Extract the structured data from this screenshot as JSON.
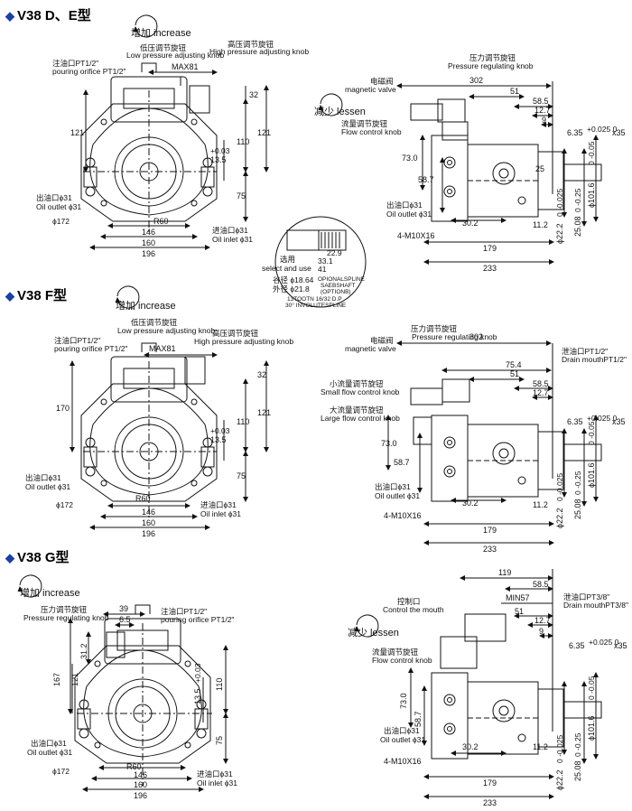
{
  "sections": [
    {
      "title": "V38 D、E型",
      "mode": "增加 increase",
      "left": {
        "top_note_zh": "注油口PT1/2\"",
        "top_note_en": "pouring orifice PT1/2\"",
        "low_zh": "低压调节旋钮",
        "low_en": "Low pressure adjusting knob",
        "high_zh": "高压调节旋钮",
        "high_en": "High pressure adjusting knob",
        "max": "MAX81",
        "d32": "32",
        "d121a": "121",
        "d121b": "121",
        "d110": "110",
        "d135": "13.5",
        "d135sup": "+0.03",
        "d75": "75",
        "out_zh": "出油口ϕ31",
        "out_en": "Oil outlet ϕ31",
        "phi172": "ϕ172",
        "r60": "R60",
        "d146": "146",
        "d160": "160",
        "d196": "196",
        "in_zh": "进油口ϕ31",
        "in_en": "Oil inlet ϕ31"
      },
      "right": {
        "mag_zh": "电磁阀",
        "mag_en": "magnetic valve",
        "mode2": "减少 lessen",
        "flow_zh": "流量调节旋钮",
        "flow_en": "Flow control knob",
        "press_zh": "压力调节旋钮",
        "press_en": "Pressure regulating knob",
        "d302": "302",
        "d51": "51",
        "d585": "58.5",
        "d127": "12.7",
        "d9": "9",
        "d635": "6.35",
        "d635tol": "+0.025 0",
        "x35": "x35",
        "d730": "73.0",
        "d587": "58.7",
        "d25": "25",
        "out_zh": "出油口ϕ31",
        "out_en": "Oil outlet ϕ31",
        "d302b": "30.2",
        "m10": "4-M10X16",
        "d112": "11.2",
        "d1016": "ϕ101.6",
        "d1016tol": "0 -0.05",
        "d222": "ϕ22.2",
        "d222tol": "0 -0.025",
        "d2508": "25.08",
        "d2508tol": "0 -0.25",
        "d179": "179",
        "d233": "233"
      },
      "spline": {
        "d229": "22.9",
        "d331": "33.1",
        "d41": "41",
        "choose_zh": "选用",
        "choose_en": "select and use",
        "root": "谷径 ϕ18.64",
        "outer": "外径 ϕ21.8",
        "opt1": "OPIONALSPLINE",
        "opt2": "SAEBSHAFT",
        "opt3": "(OPTIONB)",
        "teeth": "13TOOTN 16/32 D.P",
        "invol": "30° INVOLUTESPLINE"
      }
    },
    {
      "title": "V38 F型",
      "mode": "增加 increase",
      "left": {
        "top_note_zh": "注油口PT1/2\"",
        "top_note_en": "pouring orifice PT1/2\"",
        "low_zh": "低压调节旋钮",
        "low_en": "Low pressure adjusting knob",
        "high_zh": "高压调节旋钮",
        "high_en": "High pressure adjusting knob",
        "max": "MAX81",
        "d32": "32",
        "d170": "170",
        "d121": "121",
        "d110": "110",
        "d135": "13.5",
        "d135sup": "+0.03",
        "d75": "75",
        "out_zh": "出油口ϕ31",
        "out_en": "Oil outlet ϕ31",
        "phi172": "ϕ172",
        "r60": "R60",
        "d146": "146",
        "d160": "160",
        "d196": "196",
        "in_zh": "进油口ϕ31",
        "in_en": "Oil inlet ϕ31"
      },
      "right": {
        "mag_zh": "电磁阀",
        "mag_en": "magnetic valve",
        "press_zh": "压力调节旋钮",
        "press_en": "Pressure regulating knob",
        "small_zh": "小流量调节旋钮",
        "small_en": "Small flow control knob",
        "large_zh": "大流量调节旋钮",
        "large_en": "Large flow control knob",
        "drain_zh": "泄油口PT1/2\"",
        "drain_en": "Drain mouthPT1/2\"",
        "d302": "302",
        "d754": "75.4",
        "d51": "51",
        "d585": "58.5",
        "d127": "12.7",
        "d635": "6.35",
        "d635tol": "+0.025 0",
        "x35": "x35",
        "d730": "73.0",
        "d587": "58.7",
        "out_zh": "出油口ϕ31",
        "out_en": "Oil outlet ϕ31",
        "d302b": "30.2",
        "m10": "4-M10X16",
        "d112": "11.2",
        "d1016": "ϕ101.6",
        "d1016tol": "0 -0.05",
        "d222": "ϕ22.2",
        "d222tol": "0 -0.025",
        "d2508": "25.08",
        "d2508tol": "0 -0.25",
        "d179": "179",
        "d233": "233"
      }
    },
    {
      "title": "V38 G型",
      "mode": "增加 increase",
      "left": {
        "press_zh": "压力调节旋钮",
        "press_en": "Pressure regulating knob",
        "top_note_zh": "注油口PT1/2\"",
        "top_note_en": "pouring orifice PT1/2\"",
        "d39": "39",
        "d65": "6.5",
        "d312": "31.2",
        "d167": "167",
        "d121": "121",
        "d110": "110",
        "d135": "13.5",
        "d135sup": "+0.03",
        "d75": "75",
        "out_zh": "出油口ϕ31",
        "out_en": "Oil outlet ϕ31",
        "phi172": "ϕ172",
        "r60": "R60",
        "d146": "146",
        "d160": "160",
        "d196": "196",
        "in_zh": "进油口ϕ31",
        "in_en": "Oil inlet ϕ31"
      },
      "right": {
        "mode2": "减少 lessen",
        "ctrl_zh": "控制口",
        "ctrl_en": "Control the mouth",
        "flow_zh": "流量调节旋钮",
        "flow_en": "Flow control knob",
        "drain_zh": "泄油口PT3/8\"",
        "drain_en": "Drain mouthPT3/8\"",
        "d119": "119",
        "d585": "58.5",
        "min57": "MIN57",
        "d51": "51",
        "d127": "12.7",
        "d9": "9",
        "d635": "6.35",
        "d635tol": "+0.025 0",
        "x35": "x35",
        "d730": "73.0",
        "d587": "58.7",
        "out_zh": "出油口ϕ31",
        "out_en": "Oil outlet ϕ31",
        "d302b": "30.2",
        "m10": "4-M10X16",
        "d112": "11.2",
        "d1016": "ϕ101.6",
        "d1016tol": "0 -0.05",
        "d222": "ϕ22.2",
        "d222tol": "0 -0.025",
        "d2508": "25.08",
        "d2508tol": "0 -0.25",
        "d179": "179",
        "d233": "233"
      }
    }
  ]
}
